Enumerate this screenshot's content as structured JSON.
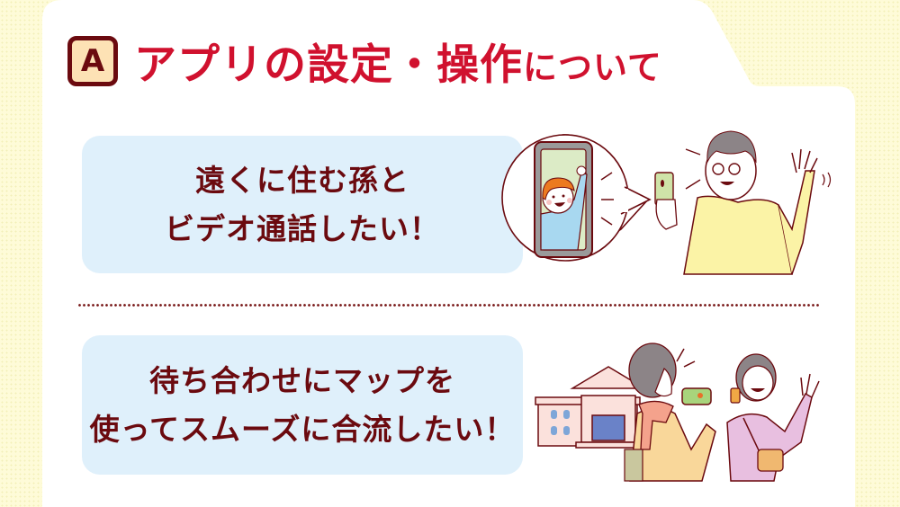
{
  "colors": {
    "background": "#fefbd8",
    "card": "#ffffff",
    "title_red": "#d0112e",
    "text_maroon": "#6b0a0f",
    "badge_fill": "#fde2b5",
    "bubble_blue": "#dff0fb"
  },
  "section": {
    "badge_letter": "A",
    "title_main": "アプリの設定・操作",
    "title_suffix": "について"
  },
  "items": [
    {
      "text": "遠くに住む孫と\nビデオ通話したい！",
      "illustration": "video-call-grandfather-grandchild"
    },
    {
      "text": "待ち合わせにマップを\n使ってスムーズに合流したい！",
      "illustration": "meetup-with-map-app"
    }
  ]
}
